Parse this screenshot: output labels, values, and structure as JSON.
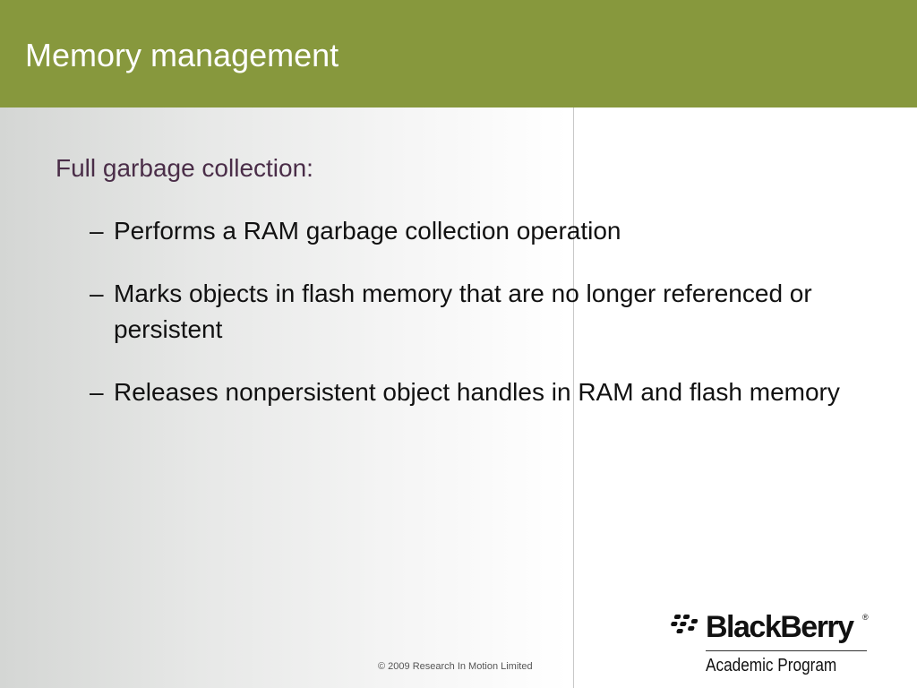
{
  "slide": {
    "title": "Memory management",
    "heading": "Full garbage collection:",
    "bullets": [
      {
        "dash": "–",
        "text": "Performs a RAM garbage collection operation"
      },
      {
        "dash": "–",
        "text": "Marks objects in flash memory that are no longer referenced or persistent"
      },
      {
        "dash": "–",
        "text": "Releases nonpersistent object handles in RAM and flash memory"
      }
    ],
    "footer": {
      "copyright": "© 2009 Research In Motion Limited"
    },
    "logo": {
      "wordmark": "BlackBerry",
      "registered": "®",
      "subtitle": "Academic Program"
    }
  },
  "colors": {
    "header_bg": "#87983d",
    "heading_text": "#4a2d48",
    "body_text": "#111111"
  },
  "icons": {
    "logo_mark": "blackberry-logo-icon"
  }
}
